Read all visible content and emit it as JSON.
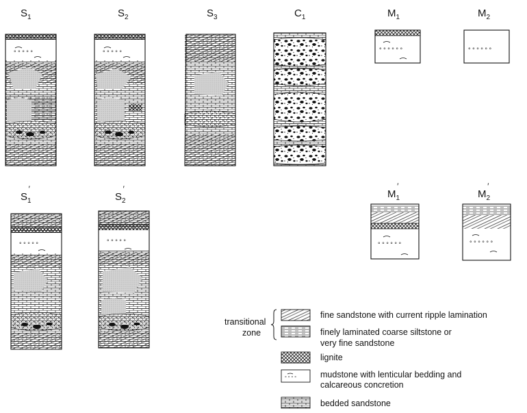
{
  "columns": {
    "s1": {
      "name": "S",
      "sub": "1"
    },
    "s2": {
      "name": "S",
      "sub": "2"
    },
    "s3": {
      "name": "S",
      "sub": "3"
    },
    "c1": {
      "name": "C",
      "sub": "1"
    },
    "m1": {
      "name": "M",
      "sub": "1"
    },
    "m2": {
      "name": "M",
      "sub": "2"
    },
    "s1p": {
      "name": "S",
      "sub": "1"
    },
    "s2p": {
      "name": "S",
      "sub": "2"
    },
    "m1p": {
      "name": "M",
      "sub": "1"
    },
    "m2p": {
      "name": "M",
      "sub": "2"
    }
  },
  "legend": {
    "group_label_1": "transitional",
    "group_label_2": "zone",
    "items": [
      {
        "lines": [
          "fine sandstone with current ripple lamination"
        ],
        "pattern": "ripple-lamination"
      },
      {
        "lines": [
          "finely laminated coarse siltstone or",
          "very fine sandstone"
        ],
        "pattern": "fine-lamination"
      },
      {
        "lines": [
          "lignite"
        ],
        "pattern": "crosshatch"
      },
      {
        "lines": [
          "mudstone with lenticular bedding and",
          "calcareous concretion"
        ],
        "pattern": "mudstone-lenses"
      },
      {
        "lines": [
          "bedded sandstone"
        ],
        "pattern": "bedded-sandstone"
      }
    ]
  },
  "colors": {
    "ink": "#111111",
    "background": "#ffffff"
  }
}
